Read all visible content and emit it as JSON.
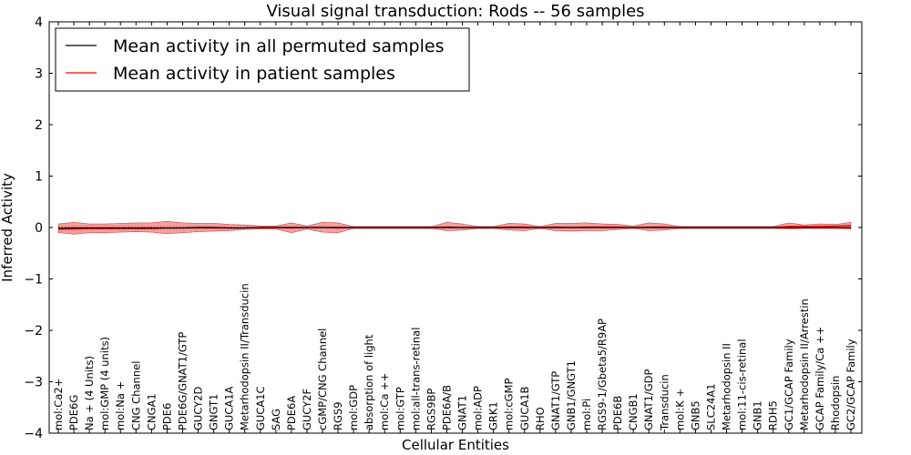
{
  "chart_data": {
    "type": "line",
    "title": "Visual signal transduction: Rods -- 56 samples",
    "xlabel": "Cellular Entities",
    "ylabel": "Inferred Activity",
    "ylim": [
      -4,
      4
    ],
    "yticks": [
      4,
      3,
      2,
      1,
      0,
      -1,
      -2,
      -3,
      -4
    ],
    "ytick_labels": [
      "4",
      "3",
      "2",
      "1",
      "0",
      "−1",
      "−2",
      "−3",
      "−4"
    ],
    "grid": false,
    "legend_position": "top-left",
    "categories": [
      "mol:Ca2+",
      "PDE6G",
      "Na + (4 Units)",
      "mol:GMP (4 units)",
      "mol:Na +",
      "CNG Channel",
      "CNGA1",
      "PDE6",
      "PDE6G/GNAT1/GTP",
      "GUCY2D",
      "GNGT1",
      "GUCA1A",
      "Metarhodopsin II/Transducin",
      "GUCA1C",
      "SAG",
      "PDE6A",
      "GUCY2F",
      "cGMP/CNG Channel",
      "RGS9",
      "mol:GDP",
      "absorption of light",
      "mol:Ca ++",
      "mol:GTP",
      "mol:all-trans-retinal",
      "RGS9BP",
      "PDE6A/B",
      "GNAT1",
      "mol:ADP",
      "GRK1",
      "mol:cGMP",
      "GUCA1B",
      "RHO",
      "GNAT1/GTP",
      "GNB1/GNGT1",
      "mol:Pi",
      "RGS9-1/Gbeta5/R9AP",
      "PDE6B",
      "CNGB1",
      "GNAT1/GDP",
      "Transducin",
      "mol:K +",
      "GNB5",
      "SLC24A1",
      "Metarhodopsin II",
      "mol:11-cis-retinal",
      "GNB1",
      "RDH5",
      "GC1/GCAP Family",
      "Metarhodopsin II/Arrestin",
      "GCAP Family/Ca ++",
      "Rhodopsin",
      "GC2/GCAP Family"
    ],
    "series": [
      {
        "name": "Mean activity in all permuted samples",
        "color": "#000000",
        "values": [
          -0.02,
          -0.01,
          -0.01,
          -0.01,
          -0.01,
          -0.01,
          -0.01,
          -0.01,
          -0.01,
          0.0,
          0.0,
          -0.01,
          -0.01,
          0.0,
          0.0,
          0.0,
          0.0,
          0.0,
          0.0,
          0.0,
          0.0,
          0.0,
          0.0,
          0.0,
          0.0,
          0.0,
          0.0,
          0.0,
          0.0,
          0.0,
          0.0,
          0.0,
          0.0,
          0.0,
          0.0,
          0.0,
          0.0,
          0.0,
          0.0,
          0.0,
          0.0,
          0.0,
          0.0,
          0.0,
          0.0,
          0.0,
          0.0,
          0.0,
          0.0,
          0.0,
          0.0,
          0.0
        ],
        "lower": [
          -0.08,
          -0.07,
          -0.06,
          -0.06,
          -0.06,
          -0.05,
          -0.05,
          -0.05,
          -0.04,
          -0.04,
          -0.04,
          -0.04,
          -0.03,
          -0.03,
          -0.03,
          -0.03,
          -0.03,
          -0.03,
          -0.03,
          -0.03,
          -0.03,
          -0.03,
          -0.03,
          -0.03,
          -0.03,
          -0.03,
          -0.03,
          -0.03,
          -0.03,
          -0.03,
          -0.03,
          -0.03,
          -0.03,
          -0.03,
          -0.03,
          -0.03,
          -0.03,
          -0.03,
          -0.03,
          -0.03,
          -0.03,
          -0.03,
          -0.03,
          -0.03,
          -0.03,
          -0.03,
          -0.03,
          -0.03,
          -0.03,
          -0.03,
          -0.03,
          -0.03
        ],
        "upper": [
          0.04,
          0.04,
          0.04,
          0.04,
          0.04,
          0.04,
          0.04,
          0.04,
          0.04,
          0.04,
          0.03,
          0.03,
          0.03,
          0.03,
          0.03,
          0.03,
          0.03,
          0.03,
          0.03,
          0.03,
          0.03,
          0.03,
          0.03,
          0.03,
          0.03,
          0.03,
          0.03,
          0.03,
          0.03,
          0.03,
          0.03,
          0.03,
          0.03,
          0.03,
          0.03,
          0.03,
          0.03,
          0.03,
          0.03,
          0.03,
          0.03,
          0.03,
          0.03,
          0.03,
          0.03,
          0.03,
          0.03,
          0.03,
          0.03,
          0.03,
          0.03,
          0.03
        ]
      },
      {
        "name": "Mean activity in patient samples",
        "color": "#ff0000",
        "values": [
          -0.03,
          -0.03,
          -0.02,
          -0.02,
          -0.02,
          -0.02,
          -0.02,
          -0.01,
          -0.01,
          -0.01,
          -0.01,
          -0.01,
          -0.01,
          0.0,
          0.0,
          -0.01,
          0.0,
          0.0,
          -0.01,
          0.0,
          0.0,
          0.0,
          0.0,
          0.0,
          0.0,
          0.01,
          0.0,
          0.0,
          0.0,
          0.01,
          0.01,
          0.0,
          0.01,
          0.0,
          0.01,
          0.01,
          0.01,
          0.0,
          0.01,
          0.01,
          0.0,
          0.0,
          0.0,
          0.0,
          0.0,
          0.0,
          0.0,
          0.02,
          0.02,
          0.02,
          0.03,
          0.04
        ],
        "lower": [
          -0.1,
          -0.13,
          -0.1,
          -0.1,
          -0.09,
          -0.08,
          -0.09,
          -0.12,
          -0.1,
          -0.08,
          -0.07,
          -0.06,
          -0.04,
          -0.03,
          -0.03,
          -0.1,
          -0.03,
          -0.09,
          -0.1,
          -0.02,
          -0.02,
          -0.02,
          -0.02,
          -0.02,
          -0.02,
          -0.06,
          -0.05,
          -0.02,
          -0.02,
          -0.05,
          -0.06,
          -0.02,
          -0.06,
          -0.07,
          -0.06,
          -0.06,
          -0.04,
          -0.02,
          -0.06,
          -0.05,
          -0.02,
          -0.02,
          -0.02,
          -0.02,
          -0.02,
          -0.02,
          -0.02,
          -0.03,
          -0.02,
          -0.02,
          -0.02,
          -0.03
        ],
        "upper": [
          0.07,
          0.1,
          0.07,
          0.07,
          0.08,
          0.09,
          0.09,
          0.12,
          0.09,
          0.08,
          0.08,
          0.06,
          0.05,
          0.03,
          0.03,
          0.09,
          0.03,
          0.1,
          0.09,
          0.02,
          0.02,
          0.02,
          0.02,
          0.02,
          0.02,
          0.1,
          0.07,
          0.02,
          0.02,
          0.08,
          0.07,
          0.02,
          0.08,
          0.08,
          0.09,
          0.07,
          0.06,
          0.03,
          0.09,
          0.07,
          0.02,
          0.02,
          0.02,
          0.02,
          0.02,
          0.02,
          0.02,
          0.09,
          0.05,
          0.07,
          0.06,
          0.1
        ]
      }
    ]
  }
}
